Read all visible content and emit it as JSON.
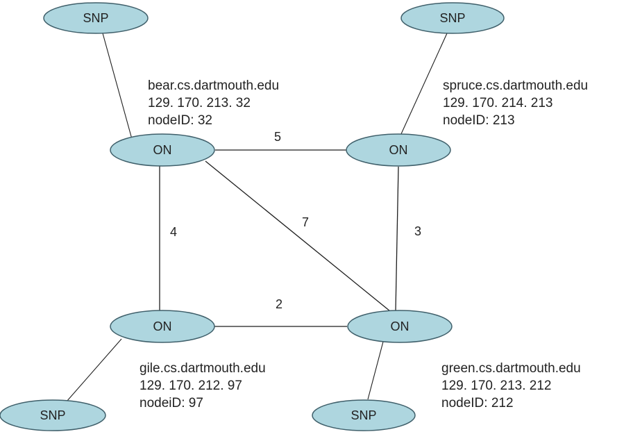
{
  "nodes": {
    "snp_top_left": "SNP",
    "snp_top_right": "SNP",
    "snp_bottom_left": "SNP",
    "snp_bottom_middle": "SNP",
    "on_bear": "ON",
    "on_spruce": "ON",
    "on_gile": "ON",
    "on_green": "ON"
  },
  "hosts": {
    "bear": {
      "name": "bear.cs.dartmouth.edu",
      "ip": "129. 170. 213. 32",
      "node_id": "nodeID: 32"
    },
    "spruce": {
      "name": "spruce.cs.dartmouth.edu",
      "ip": "129. 170. 214. 213",
      "node_id": "nodeID: 213"
    },
    "gile": {
      "name": "gile.cs.dartmouth.edu",
      "ip": "129. 170. 212. 97",
      "node_id": "nodeiD: 97"
    },
    "green": {
      "name": "green.cs.dartmouth.edu",
      "ip": "129. 170. 213. 212",
      "node_id": "nodeID: 212"
    }
  },
  "edge_weights": {
    "bear_spruce": "5",
    "bear_gile": "4",
    "bear_green": "7",
    "spruce_green": "3",
    "gile_green": "2"
  }
}
